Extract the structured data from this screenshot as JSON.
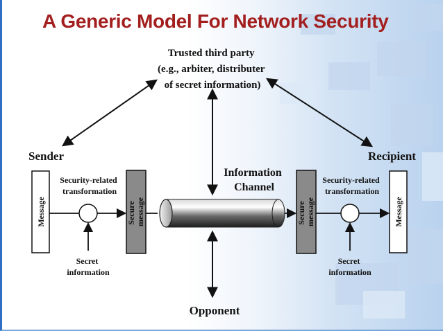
{
  "title": "A Generic Model For Network Security",
  "colors": {
    "title": "#a31f1f",
    "accent_border": "#2f6fc4",
    "box_fill": "#8a8a8a"
  },
  "diagram": {
    "trusted_party": [
      "Trusted third party",
      "(e.g., arbiter, distributer",
      "of secret information)"
    ],
    "sender": "Sender",
    "recipient": "Recipient",
    "channel": [
      "Information",
      "Channel"
    ],
    "opponent": "Opponent",
    "left": {
      "transform": [
        "Security-related",
        "transformation"
      ],
      "secret": [
        "Secret",
        "information"
      ],
      "message": "Message",
      "secure_message": [
        "Secure",
        "message"
      ]
    },
    "right": {
      "transform": [
        "Security-related",
        "transformation"
      ],
      "secret": [
        "Secret",
        "information"
      ],
      "message": "Message",
      "secure_message": [
        "Secure",
        "message"
      ]
    }
  }
}
